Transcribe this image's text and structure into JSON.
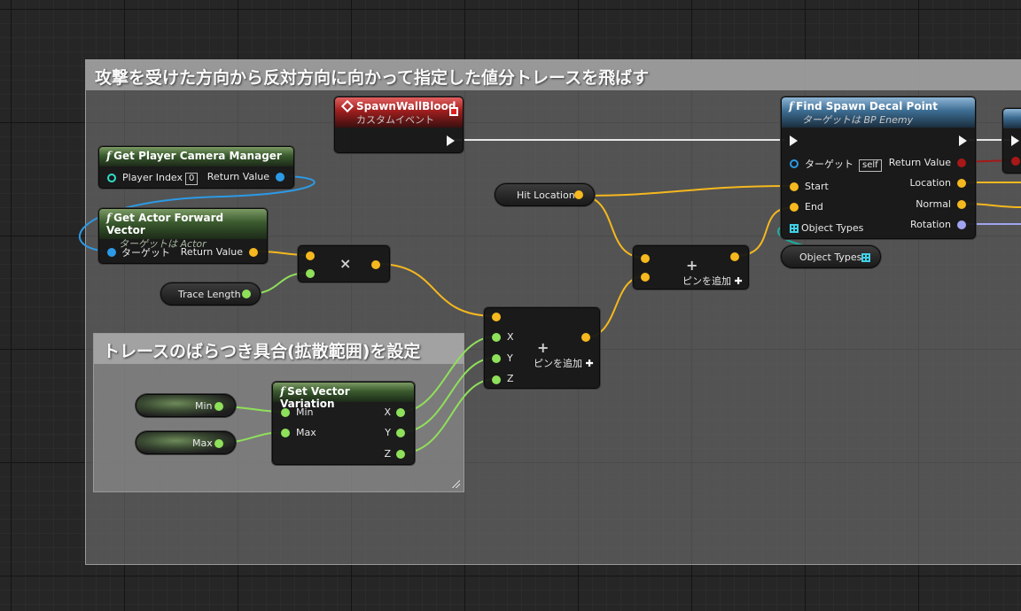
{
  "comments": {
    "main_title": "攻撃を受けた方向から反対方向に向かって指定した値分トレースを飛ばす",
    "inner_title": "トレースのばらつき具合(拡散範囲)を設定"
  },
  "nodes": {
    "spawn_wall_blood": {
      "title": "SpawnWallBlood",
      "subtitle": "カスタムイベント"
    },
    "get_player_camera_manager": {
      "title": "Get Player Camera Manager",
      "player_index_label": "Player Index",
      "player_index_value": "0",
      "return_value": "Return Value"
    },
    "get_actor_forward_vector": {
      "title": "Get Actor Forward Vector",
      "subtitle": "ターゲットは Actor",
      "target": "ターゲット",
      "return_value": "Return Value"
    },
    "multiply": {
      "symbol": "×"
    },
    "trace_length": {
      "label": "Trace Length"
    },
    "hit_location": {
      "label": "Hit Location"
    },
    "add_vector_1": {
      "symbol": "+",
      "add_pin": "ピンを追加"
    },
    "add_vector_2": {
      "symbol": "+",
      "add_pin": "ピンを追加",
      "x": "X",
      "y": "Y",
      "z": "Z"
    },
    "min_var": {
      "label": "Min"
    },
    "max_var": {
      "label": "Max"
    },
    "set_vector_variation": {
      "title": "Set Vector Variation",
      "min": "Min",
      "max": "Max",
      "x": "X",
      "y": "Y",
      "z": "Z"
    },
    "find_spawn_decal_point": {
      "title": "Find Spawn Decal Point",
      "subtitle": "ターゲットは BP Enemy",
      "target": "ターゲット",
      "self": "self",
      "start": "Start",
      "end": "End",
      "object_types": "Object Types",
      "return_value": "Return Value",
      "location": "Location",
      "normal": "Normal",
      "rotation": "Rotation"
    },
    "object_types_var": {
      "label": "Object Types"
    }
  },
  "colors": {
    "vector_pin": "#f5b81e",
    "float_pin": "#8fe05a",
    "object_pin": "#2c9ae6",
    "exec_wire": "#e6e6e6"
  },
  "icons": {
    "function": "f",
    "event": "diamond-event-icon",
    "add": "plus-icon"
  }
}
